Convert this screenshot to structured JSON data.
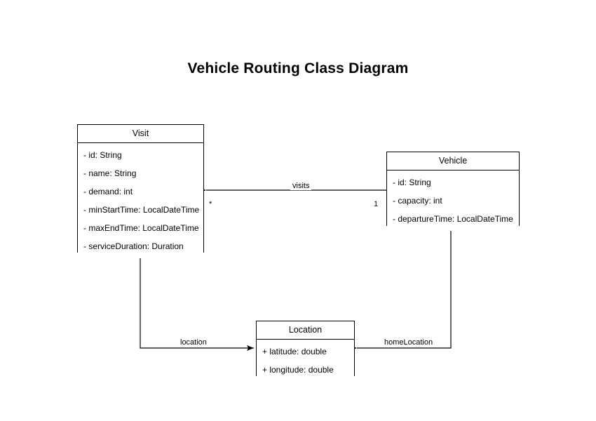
{
  "diagram": {
    "title": "Vehicle Routing Class Diagram",
    "type": "uml-class-diagram",
    "background_color": "#ffffff",
    "line_color": "#000000",
    "text_color": "#000000",
    "classes": [
      {
        "name": "Visit",
        "attributes": [
          "- id: String",
          "- name: String",
          "- demand: int",
          "- minStartTime: LocalDateTime",
          "- maxEndTime: LocalDateTime",
          "- serviceDuration: Duration"
        ]
      },
      {
        "name": "Vehicle",
        "attributes": [
          "- id: String",
          "- capacity: int",
          "- departureTime: LocalDateTime"
        ]
      },
      {
        "name": "Location",
        "attributes": [
          "+ latitude: double",
          "+ longitude: double"
        ]
      }
    ],
    "relationships": [
      {
        "label": "visits",
        "from": "Vehicle",
        "to": "Visit",
        "source_multiplicity": "1",
        "target_multiplicity": "*",
        "arrow": "open-arrow-to-visit"
      },
      {
        "label": "location",
        "from": "Visit",
        "to": "Location",
        "source_multiplicity": "",
        "target_multiplicity": "",
        "arrow": "open-arrow-to-location"
      },
      {
        "label": "homeLocation",
        "from": "Vehicle",
        "to": "Location",
        "source_multiplicity": "",
        "target_multiplicity": "",
        "arrow": "open-arrow-to-location"
      }
    ]
  }
}
